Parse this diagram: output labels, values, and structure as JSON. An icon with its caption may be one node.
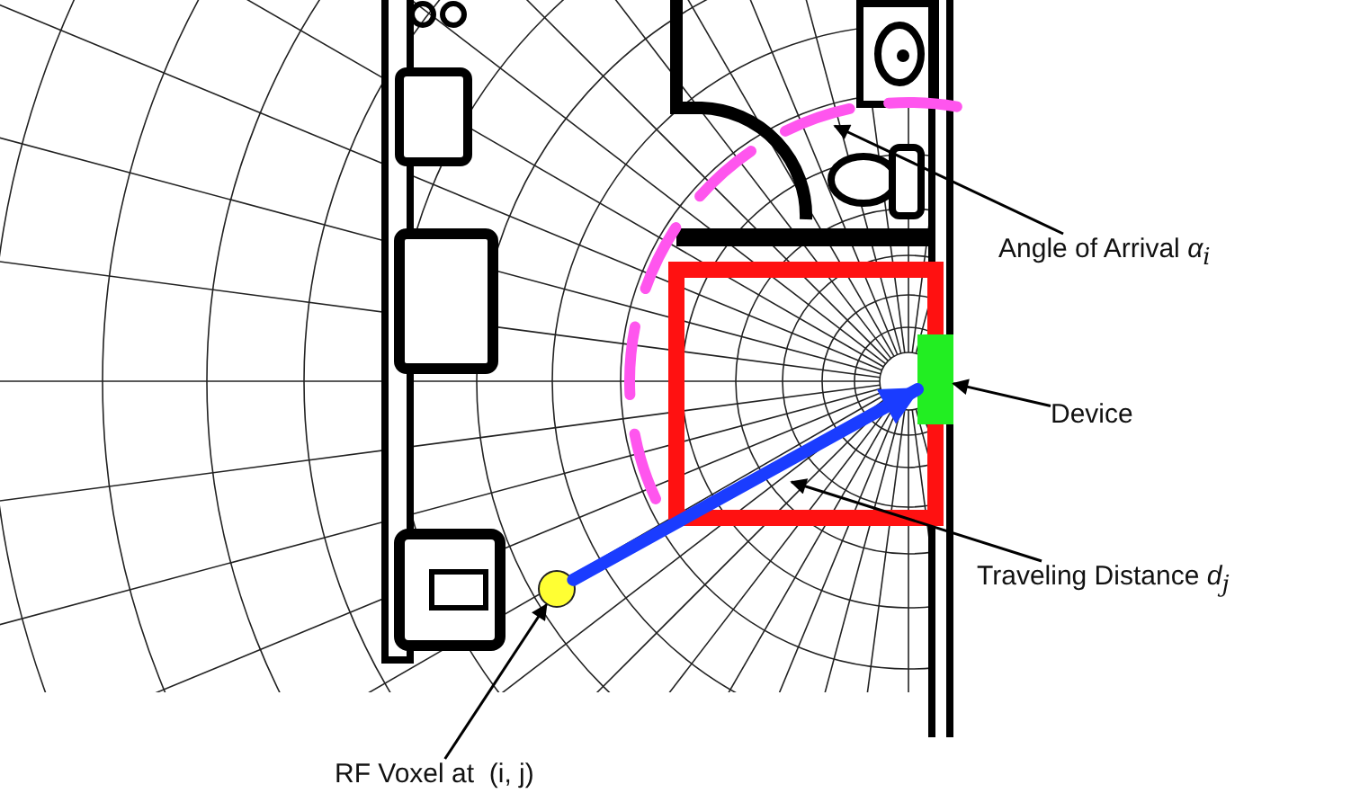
{
  "diagram": {
    "nodes": [
      {
        "text": [
          "Angle of Arrival *α*$_{i}$"
        ]
      },
      {
        "text": [
          "Device"
        ]
      },
      {
        "text": [],
        "shape": "bar"
      },
      {
        "text": [
          "Traveling Distance *d*$_{j}$"
        ]
      },
      {
        "text": [
          "RF Voxel at  (i, j)"
        ]
      },
      {
        "text": [],
        "shape": "circle"
      }
    ],
    "edges": [
      {
        "from": 0,
        "to": null,
        "arrow": "to"
      },
      {
        "from": 1,
        "to": 2,
        "arrow": "to"
      },
      {
        "from": 3,
        "to": null,
        "arrow": "to"
      },
      {
        "from": 4,
        "to": 5,
        "arrow": "to"
      },
      {
        "from": 5,
        "to": 2,
        "arrow": "to",
        "style": "thick",
        "color": "#1a3cff"
      }
    ]
  }
}
